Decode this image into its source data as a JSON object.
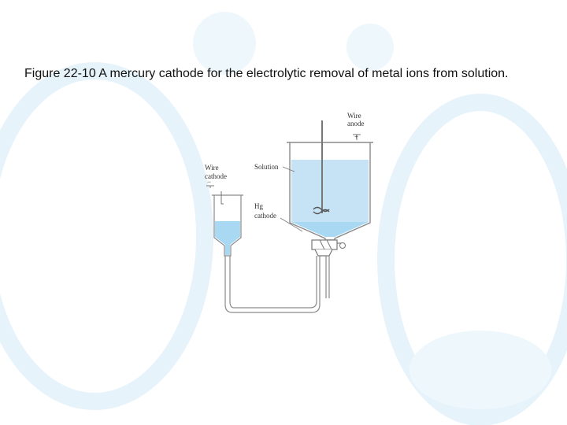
{
  "slide": {
    "caption": "Figure 22-10 A mercury cathode for the electrolytic removal of metal ions from solution."
  },
  "diagram": {
    "labels": {
      "wire_anode_1": "Wire",
      "wire_anode_2": "anode",
      "plus": "+",
      "solution": "Solution",
      "wire_cathode_1": "Wire",
      "wire_cathode_2": "cathode",
      "minus": "−",
      "hg_1": "Hg",
      "hg_2": "cathode"
    },
    "colors": {
      "solution": "#c5e3f5",
      "mercury": "#a9d8f3",
      "glass": "#8a8a8a",
      "background_watermark": "#e3f2fa"
    }
  }
}
